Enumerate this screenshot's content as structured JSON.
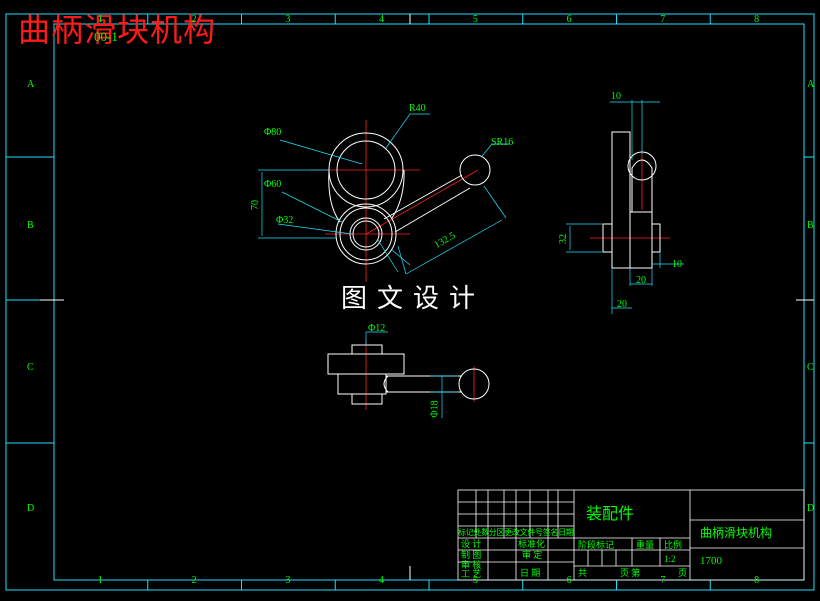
{
  "title_red": "曲柄滑块机构",
  "watermark": "图文设计",
  "sheet_code": "00-1",
  "zone_columns": [
    "1",
    "2",
    "3",
    "4",
    "5",
    "6",
    "7",
    "8"
  ],
  "zone_rows": [
    "A",
    "B",
    "C",
    "D"
  ],
  "dimensions": {
    "r40": "R40",
    "phi80": "Φ80",
    "phi60": "Φ60",
    "phi32": "Φ32",
    "d70": "70",
    "sr16": "SR16",
    "len": "132.5",
    "d10_top": "10",
    "d32": "32",
    "d20a": "20",
    "d10_right": "10",
    "d20b": "20",
    "phi18": "Φ18",
    "phi12": "Φ12"
  },
  "title_block": {
    "assembly": "装配件",
    "name": "曲柄滑块机构",
    "number": "1700",
    "revision_header": "标记处数分区更改文件号签名日期",
    "design": "设 计",
    "draft": "制 图",
    "check": "审 核",
    "process": "工 艺",
    "standardize": "标准化",
    "approve": "审 定",
    "date": "日 期",
    "stage_mark": "阶段标记",
    "weight": "重量",
    "scale_label": "比例",
    "scale": "1:2",
    "total": "共",
    "sheet": "页 第",
    "page": "页"
  }
}
